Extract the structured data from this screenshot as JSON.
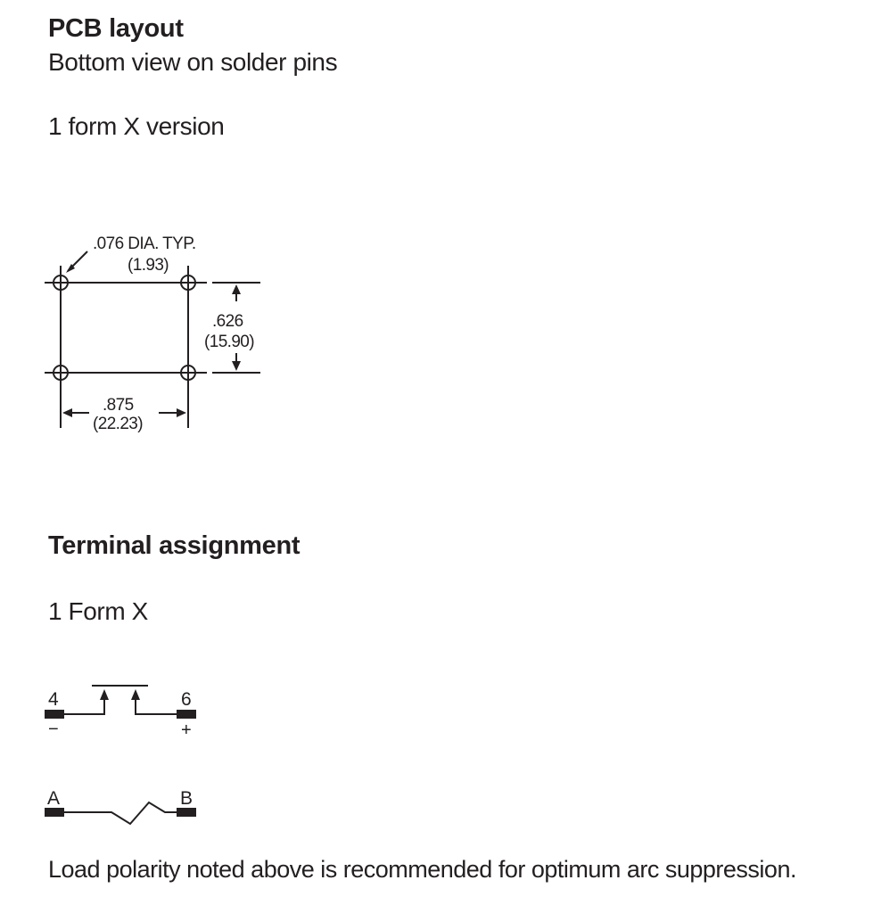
{
  "pcb_layout": {
    "title": "PCB layout",
    "subtitle": "Bottom view on solder pins",
    "version": "1 form X  version",
    "hole_dia_label": ".076 DIA. TYP.",
    "hole_dia_metric": "(1.93)",
    "height_label": ".626",
    "height_metric": "(15.90)",
    "width_label": ".875",
    "width_metric": "(22.23)"
  },
  "terminal_assignment": {
    "title": "Terminal assignment",
    "form": "1 Form X",
    "contact": {
      "left_pin": "4",
      "right_pin": "6",
      "left_polarity": "−",
      "right_polarity": "+"
    },
    "coil": {
      "left_pin": "A",
      "right_pin": "B"
    }
  },
  "note": "Load polarity noted above is recommended for optimum arc suppression."
}
